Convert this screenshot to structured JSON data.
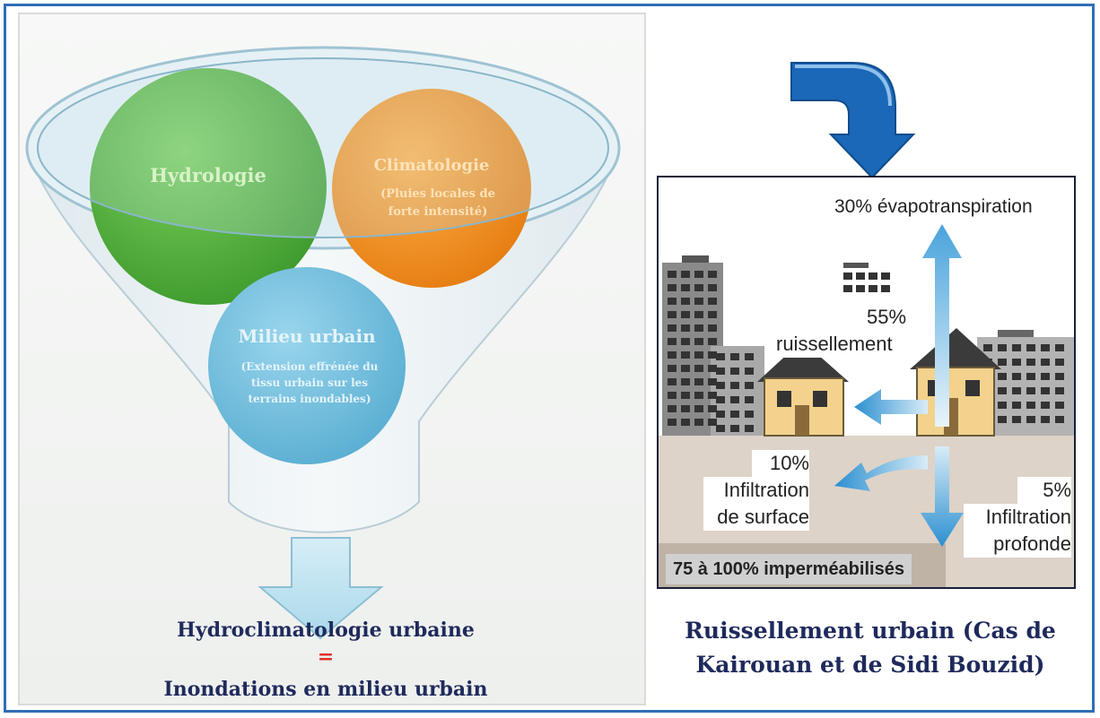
{
  "left": {
    "circles": [
      {
        "title": "Hydrologie",
        "subtitle": ""
      },
      {
        "title": "Climatologie",
        "subtitle": "(Pluies locales de forte intensité)"
      },
      {
        "title": "Milieu urbain",
        "subtitle": "(Extension effrénée du tissu urbain sur les terrains inondables)"
      }
    ],
    "result_title": "Hydroclimatologie urbaine",
    "equals": "=",
    "result_subtitle": "Inondations en milieu urbain"
  },
  "right": {
    "labels": {
      "evapo": "30% évapotranspiration",
      "ruis_pct": "55%",
      "ruis": "ruissellement",
      "surf_pct": "10%",
      "surf_1": "Infiltration",
      "surf_2": "de surface",
      "prof_pct": "5%",
      "prof_1": "Infiltration",
      "prof_2": "profonde",
      "imperm": "75 à 100% imperméabilisés"
    },
    "caption_1": "Ruissellement urbain (Cas de",
    "caption_2": "Kairouan et de Sidi Bouzid)"
  },
  "colors": {
    "frame": "#2f6eb6",
    "hydrologie": "#4fae3c",
    "climatologie": "#f08a1e",
    "milieu": "#6ab8d8",
    "caption": "#1f2a5c",
    "arrow": "#1b67b8"
  }
}
